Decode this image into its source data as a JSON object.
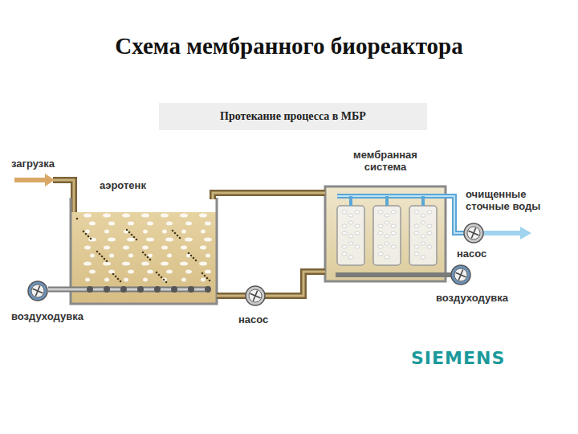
{
  "diagram": {
    "title": "Схема мембранного биореактора",
    "nodes": [
      {
        "text": [
          "Протекание процесса в МБР"
        ]
      },
      {
        "text": [
          "аэротенк"
        ]
      },
      {
        "text": [
          "мембранная система"
        ]
      }
    ],
    "edges": [
      {
        "from": 1,
        "to": 2,
        "arrow": "none"
      },
      {
        "from": 2,
        "to": 1,
        "arrow": "none"
      }
    ],
    "labels": [
      "загрузка",
      "воздуходувка",
      "насос",
      "очищенные сточные воды",
      "насос",
      "воздуходувка",
      "SIEMENS"
    ]
  }
}
